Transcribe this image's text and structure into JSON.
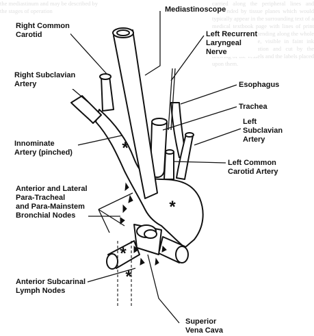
{
  "labels": {
    "mediastinoscope": "Mediastinoscope",
    "right_common_carotid": "Right Common\nCarotid",
    "left_recurrent_laryngeal_nerve": "Left Recurrent\nLaryngeal\nNerve",
    "right_subclavian_artery": "Right Subclavian\nArtery",
    "esophagus": "Esophagus",
    "trachea": "Trachea",
    "left_subclavian_artery": "Left\nSubclavian\nArtery",
    "innominate_artery": "Innominate\nArtery (pinched)",
    "left_common_carotid_artery": "Left Common\nCarotid Artery",
    "nodes": "Anterior and Lateral\nPara-Tracheal\nand Para-Mainstem\nBronchial Nodes",
    "anterior_subcarinal": "Anterior Subcarinal\nLymph Nodes",
    "superior_vena_cava": "Superior\nVena Cava"
  },
  "markers": {
    "asterisk": "*"
  },
  "colors": {
    "line": "#111111",
    "page": "#ffffff"
  }
}
